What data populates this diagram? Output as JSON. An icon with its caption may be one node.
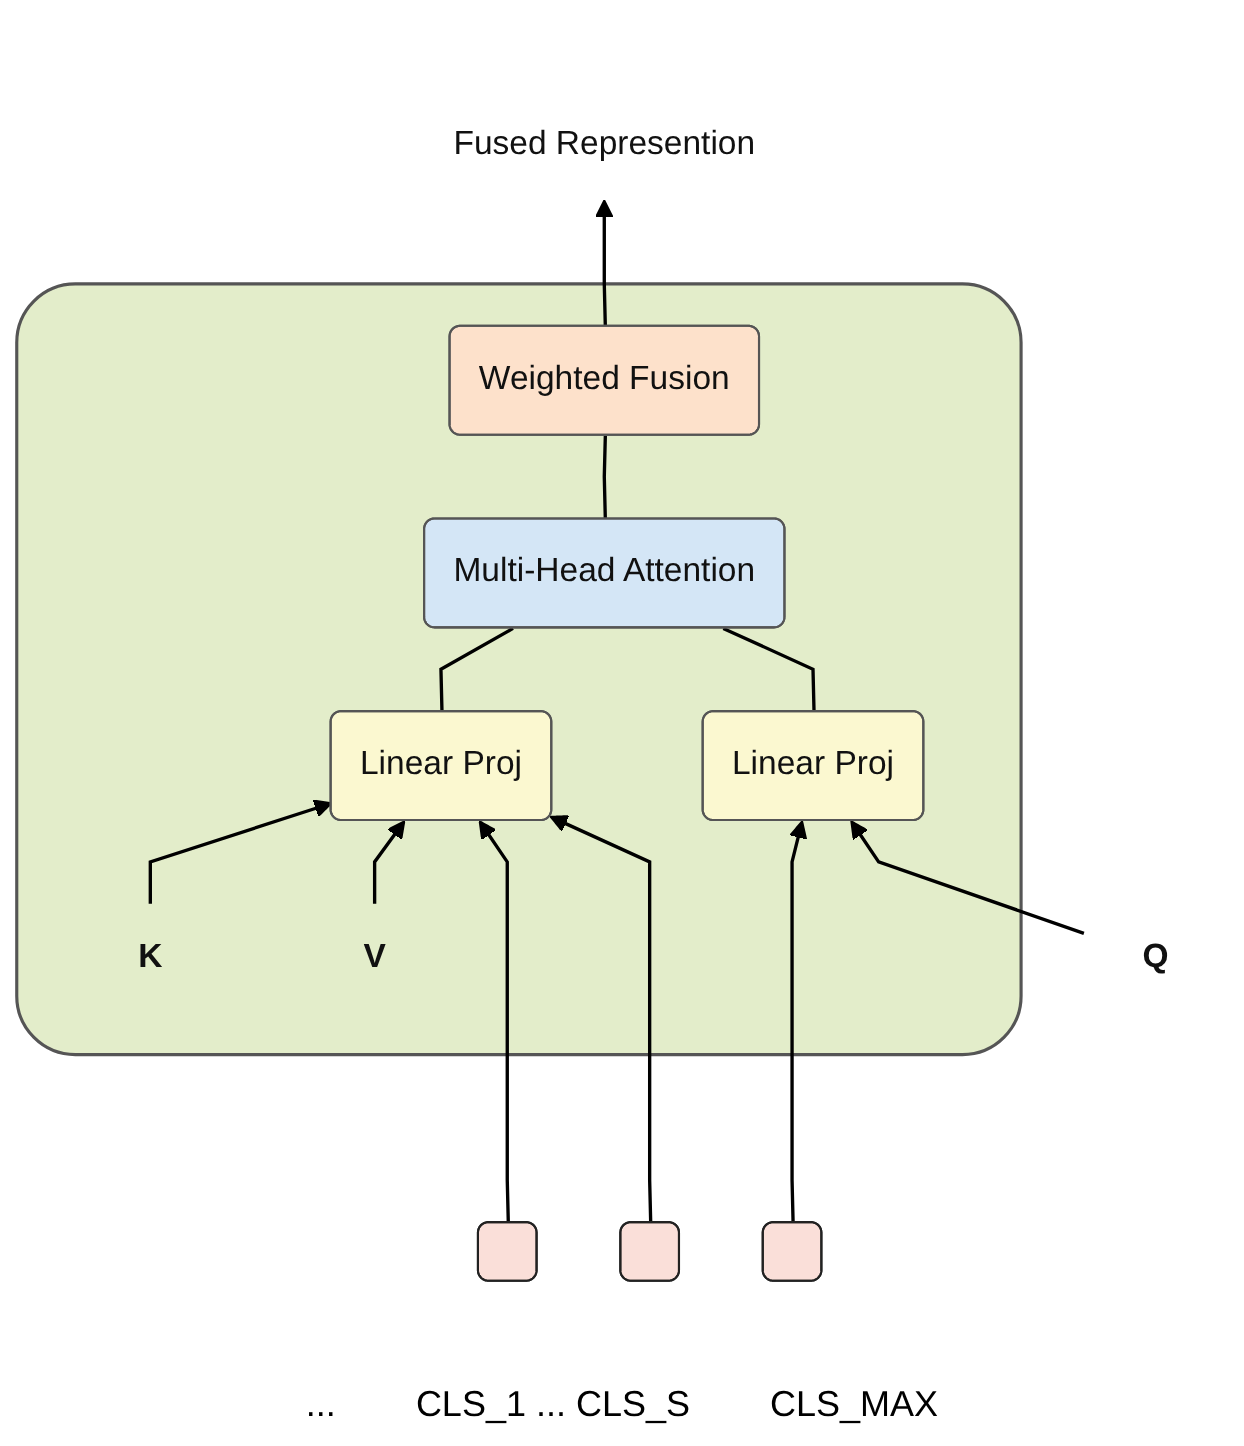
{
  "diagram": {
    "nodes": [
      {
        "text": [
          "Fused  Represention"
        ]
      },
      {
        "text": [],
        "shape": "box"
      },
      {
        "text": [
          "Weighted Fusion"
        ],
        "in": 1
      },
      {
        "text": [
          "Multi-Head Attention"
        ],
        "in": 1
      },
      {
        "text": [
          "K"
        ],
        "in": 1
      },
      {
        "text": [
          "V"
        ],
        "in": 1
      },
      {
        "text": [
          "Linear Proj"
        ],
        "in": 1
      },
      {
        "text": [
          "Linear Proj"
        ],
        "in": 1
      },
      {
        "text": [
          "Q"
        ]
      },
      {
        "text": [],
        "shape": "box"
      },
      {
        "text": [],
        "shape": "box"
      },
      {
        "text": [],
        "shape": "box"
      }
    ],
    "edges": [
      {
        "from": 2,
        "to": 0,
        "arrow": "to"
      },
      {
        "from": 3,
        "to": 2,
        "arrow": "none"
      },
      {
        "from": 6,
        "to": 3,
        "arrow": "none"
      },
      {
        "from": 7,
        "to": 3,
        "arrow": "none"
      },
      {
        "from": 4,
        "to": 6,
        "arrow": "to"
      },
      {
        "from": 5,
        "to": 6,
        "arrow": "to"
      },
      {
        "from": 8,
        "to": 7,
        "arrow": "to"
      },
      {
        "from": 9,
        "to": 6,
        "arrow": "to"
      },
      {
        "from": 10,
        "to": 6,
        "arrow": "to"
      },
      {
        "from": 11,
        "to": 7,
        "arrow": "to"
      }
    ],
    "labels": [
      "...",
      "CLS_1 ... CLS_S",
      "CLS_MAX"
    ]
  }
}
